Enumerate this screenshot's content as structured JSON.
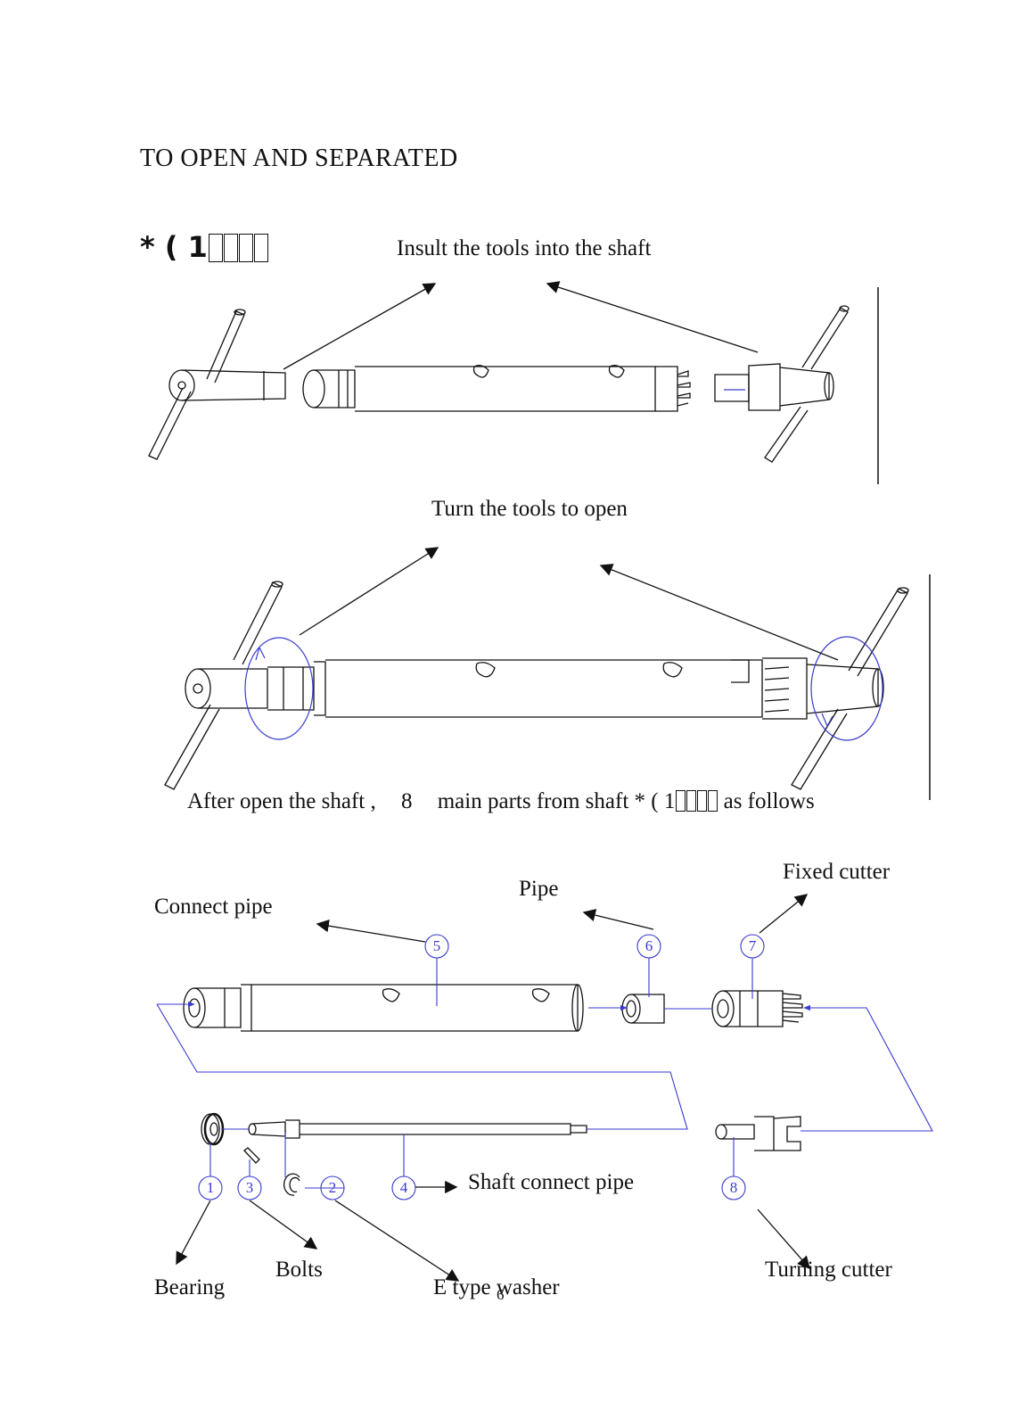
{
  "heading": "TO OPEN AND SEPARATED",
  "step_marker": "* ( 1",
  "captions": {
    "insert": "Insult the tools into the shaft",
    "turn": "Turn the tools to open",
    "after_pre": "After open the shaft ,",
    "after_num": "8",
    "after_mid": "main parts from shaft * ( 1",
    "after_post": "as follows"
  },
  "part_numbers": [
    "5",
    "6",
    "7",
    "1",
    "3",
    "2",
    "4",
    "8"
  ],
  "part_labels": {
    "connect_pipe": "Connect pipe",
    "pipe": "Pipe",
    "fixed_cutter": "Fixed cutter",
    "shaft_connect_pipe": "Shaft connect pipe",
    "bearing": "Bearing",
    "bolts": "Bolts",
    "e_type_washer": "E type washer",
    "turning_cutter": "Turning cutter"
  },
  "page_number": "6",
  "colors": {
    "ink": "#111111",
    "callout": "#3a3ad0",
    "paper": "#ffffff"
  }
}
